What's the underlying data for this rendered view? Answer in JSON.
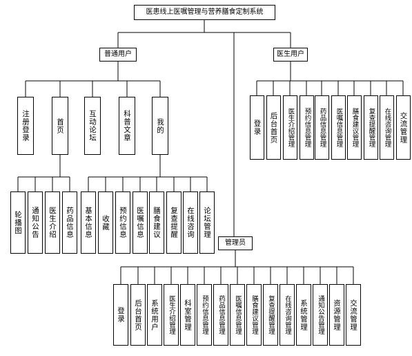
{
  "root": "医患线上医嘱管理与营养膳食定制系统",
  "normal_user": {
    "label": "普通用户",
    "children": [
      "注册登录",
      "首页",
      "互动论坛",
      "科普文章",
      "我的"
    ],
    "home_children": [
      "轮播图",
      "通知公告",
      "医生介绍",
      "药品信息"
    ],
    "mine_children": [
      "基本信息",
      "收藏",
      "预约信息",
      "医嘱信息",
      "膳食建议",
      "复查提醒",
      "在线咨询",
      "论坛管理"
    ]
  },
  "doctor_user": {
    "label": "医生用户",
    "children": [
      "登录",
      "后台首页",
      "医生介绍管理",
      "预约信息管理",
      "药品信息管理",
      "医嘱信息管理",
      "膳食建议管理",
      "复查提醒管理",
      "在线咨询管理",
      "交流管理"
    ]
  },
  "admin": {
    "label": "管理员",
    "children": [
      "登录",
      "后台首页",
      "系统用户",
      "医生介绍管理",
      "科室管理",
      "预约信息管理",
      "药品信息管理",
      "医嘱信息管理",
      "膳食建议管理",
      "复查提醒管理",
      "在线咨询管理",
      "系统管理",
      "通知公告管理",
      "资源管理",
      "交流管理"
    ]
  }
}
